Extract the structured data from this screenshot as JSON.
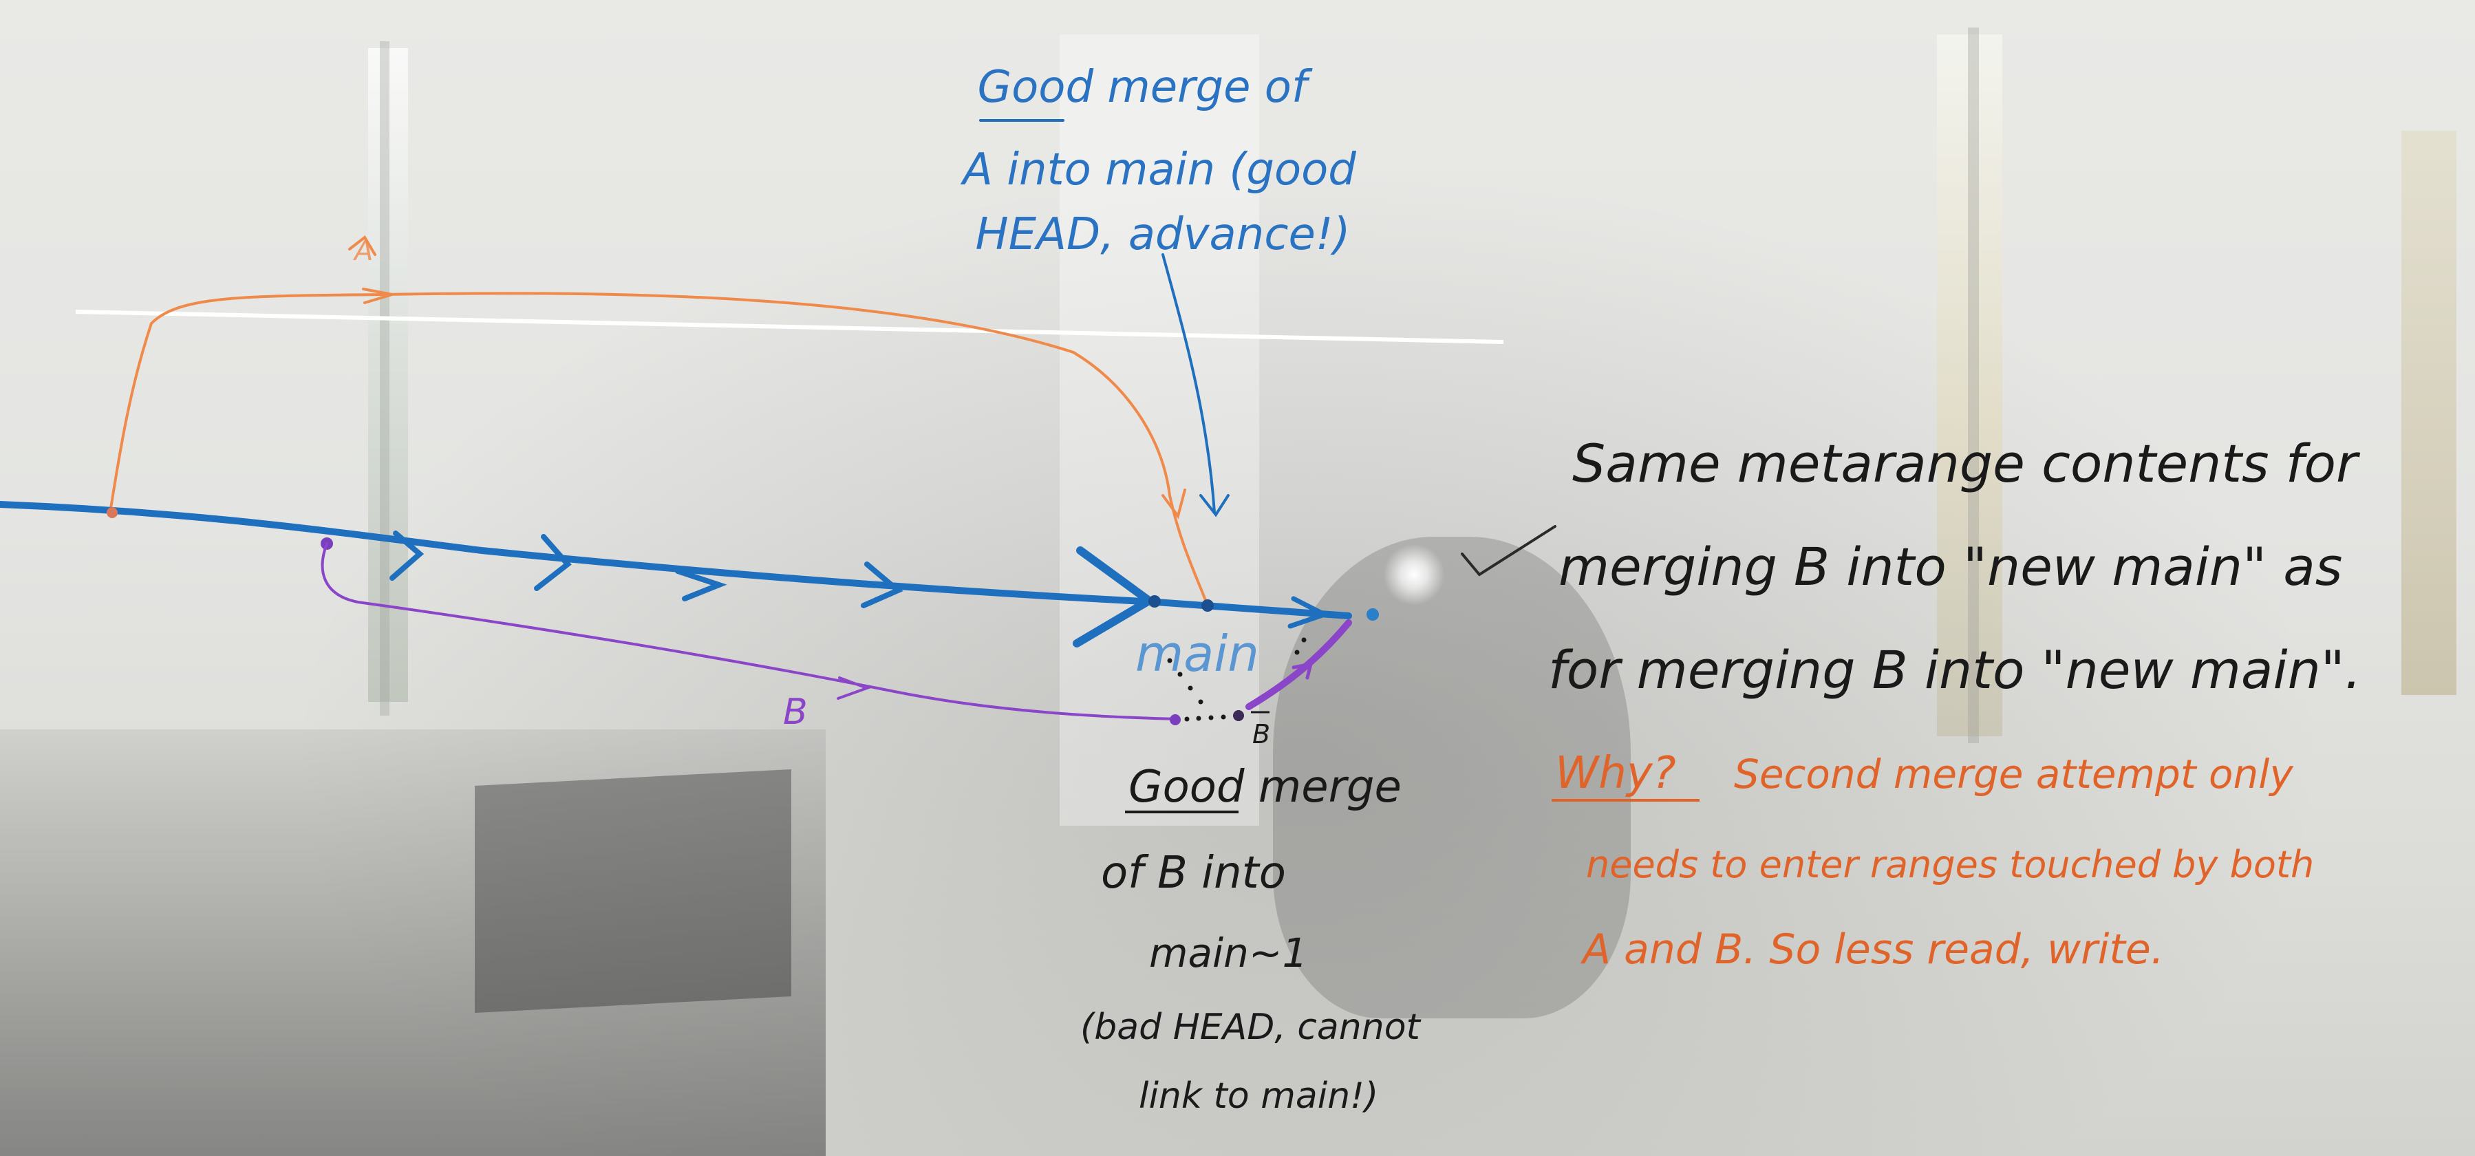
{
  "board": {
    "colors": {
      "main_branch": "#1f6fbf",
      "branch_a": "#ef8a4b",
      "branch_b": "#8a45c8",
      "black_marker": "#1a1a1a",
      "orange_marker": "#e0632a",
      "whiteboard": "#e6e6e3"
    },
    "labels": {
      "main": "main",
      "branch_a_marker": "A",
      "branch_b": "B",
      "branch_b_small": "B"
    },
    "annotations": {
      "top_note": [
        "Good merge of",
        "A into main (good",
        "HEAD, advance!)"
      ],
      "bottom_note": [
        "Good merge",
        "of B into",
        "main~1",
        "(bad HEAD, cannot",
        "link to main!)"
      ],
      "right_note": [
        "Same metarange contents for",
        "merging B into \"new main\" as",
        "for merging B into \"new main\"."
      ],
      "why_label": "Why?",
      "why_note": [
        "Second merge attempt only",
        "needs to enter ranges touched by both",
        "A and B.  So less read, write."
      ]
    }
  }
}
